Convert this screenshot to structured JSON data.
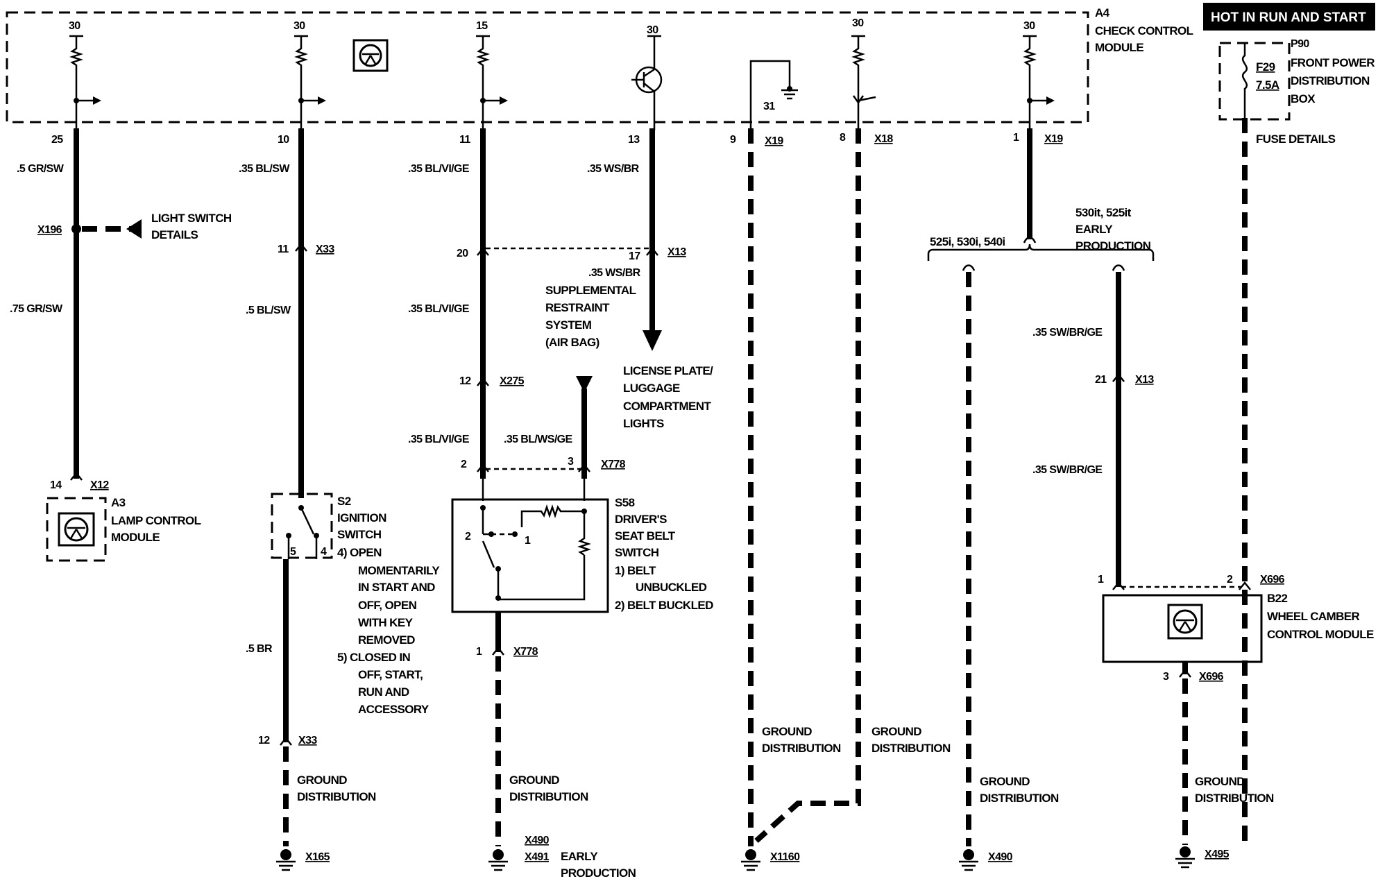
{
  "banner": "HOT IN RUN AND START",
  "module_a4": {
    "ref": "A4",
    "name_line1": "CHECK CONTROL",
    "name_line2": "MODULE"
  },
  "fuse": {
    "ref": "P90",
    "line1": "FRONT POWER",
    "line2": "DISTRIBUTION",
    "line3": "BOX",
    "fuse_id": "F29",
    "rating": "7.5A",
    "details": "FUSE DETAILS"
  },
  "terminals": [
    "30",
    "30",
    "15",
    "30",
    "30",
    "30"
  ],
  "ground_terminal": "31",
  "pins_a4": [
    "25",
    "10",
    "11",
    "13",
    "9",
    "8",
    "1"
  ],
  "a4_connectors": [
    "X19",
    "X18",
    "X19"
  ],
  "col1": {
    "wire_top": ".5 GR/SW",
    "splice": "X196",
    "note_line1": "LIGHT SWITCH",
    "note_line2": "DETAILS",
    "wire_bottom": ".75 GR/SW",
    "pin": "14",
    "connector": "X12",
    "ref": "A3",
    "name_line1": "LAMP CONTROL",
    "name_line2": "MODULE"
  },
  "col2": {
    "wire_top": ".35 BL/SW",
    "pin_mid": "11",
    "connector_mid": "X33",
    "wire_mid": ".5 BL/SW",
    "ref": "S2",
    "name_line1": "IGNITION",
    "name_line2": "SWITCH",
    "pin_left": "5",
    "pin_right": "4",
    "notes": [
      "4)   OPEN",
      "MOMENTARILY",
      "IN START AND",
      "OFF, OPEN",
      "WITH KEY",
      "REMOVED",
      "5)   CLOSED IN",
      "OFF, START,",
      "RUN AND",
      "ACCESSORY"
    ],
    "wire_bottom": ".5 BR",
    "pin_bottom": "12",
    "connector_bottom": "X33",
    "ground_line1": "GROUND",
    "ground_line2": "DISTRIBUTION",
    "ground_conn": "X165"
  },
  "col3": {
    "wire_top": ".35 BL/VI/GE",
    "pin_splice": "20",
    "wire_mid": ".35 BL/VI/GE",
    "pin_x275": "12",
    "connector_x275": "X275",
    "wire_low": ".35 BL/VI/GE",
    "wire_ws": ".35 BL/WS/GE",
    "pin_2": "2",
    "pin_3": "3",
    "connector_x778": "X778",
    "ref": "S58",
    "name": [
      "DRIVER'S",
      "SEAT BELT",
      "SWITCH"
    ],
    "states": [
      "1)   BELT",
      "UNBUCKLED",
      "2)   BELT BUCKLED"
    ],
    "sw_pin_2": "2",
    "sw_pin_1": "1",
    "pin_bottom": "1",
    "connector_bottom": "X778",
    "ground_line1": "GROUND",
    "ground_line2": "DISTRIBUTION",
    "ground_conn_1": "X490",
    "ground_conn_2": "X491",
    "early_1": "EARLY",
    "early_2": "PRODUCTION"
  },
  "col4": {
    "wire_top": ".35 WS/BR",
    "pin": "17",
    "connector": "X13",
    "wire_mid": ".35 WS/BR",
    "srs": [
      "SUPPLEMENTAL",
      "RESTRAINT",
      "SYSTEM",
      "(AIR BAG)"
    ],
    "license": [
      "LICENSE PLATE/",
      "LUGGAGE",
      "COMPARTMENT",
      "LIGHTS"
    ]
  },
  "col5": {
    "ground_line1": "GROUND",
    "ground_line2": "DISTRIBUTION",
    "ground_conn": "X1160"
  },
  "col6": {
    "ground_line1": "GROUND",
    "ground_line2": "DISTRIBUTION"
  },
  "col7": {
    "models_left": "525i, 530i, 540i",
    "models_right_1": "530it, 525it",
    "models_right_2": "EARLY",
    "models_right_3": "PRODUCTION",
    "ground_line1": "GROUND",
    "ground_line2": "DISTRIBUTION",
    "ground_conn": "X490"
  },
  "col8": {
    "wire_top": ".35 SW/BR/GE",
    "pin": "21",
    "connector": "X13",
    "wire_bottom": ".35 SW/BR/GE",
    "pin_1": "1",
    "pin_2": "2",
    "connector_b22": "X696",
    "ref": "B22",
    "name_line1": "WHEEL CAMBER",
    "name_line2": "CONTROL MODULE",
    "pin_3": "3",
    "connector_bottom": "X696",
    "ground_line1": "GROUND",
    "ground_line2": "DISTRIBUTION",
    "ground_conn": "X495"
  }
}
